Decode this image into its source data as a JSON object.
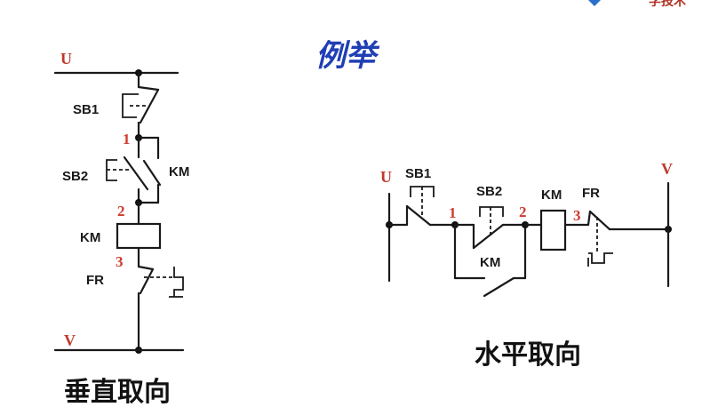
{
  "title": "例举",
  "corner_text": "学技术",
  "colors": {
    "title": "#1f3fb5",
    "node_numbers": "#d0392b",
    "rail_labels": "#c0392b",
    "corner_icon": "#2a6fc9"
  },
  "vertical": {
    "caption": "垂直取向",
    "rail_top": "U",
    "rail_bottom": "V",
    "sb1": "SB1",
    "sb2": "SB2",
    "km_contact": "KM",
    "km_coil": "KM",
    "fr": "FR",
    "node1": "1",
    "node2": "2",
    "node3": "3"
  },
  "horizontal": {
    "caption": "水平取向",
    "rail_left": "U",
    "rail_right": "V",
    "sb1": "SB1",
    "sb2": "SB2",
    "km_coil": "KM",
    "km_contact": "KM",
    "fr": "FR",
    "node1": "1",
    "node2": "2",
    "node3": "3"
  }
}
